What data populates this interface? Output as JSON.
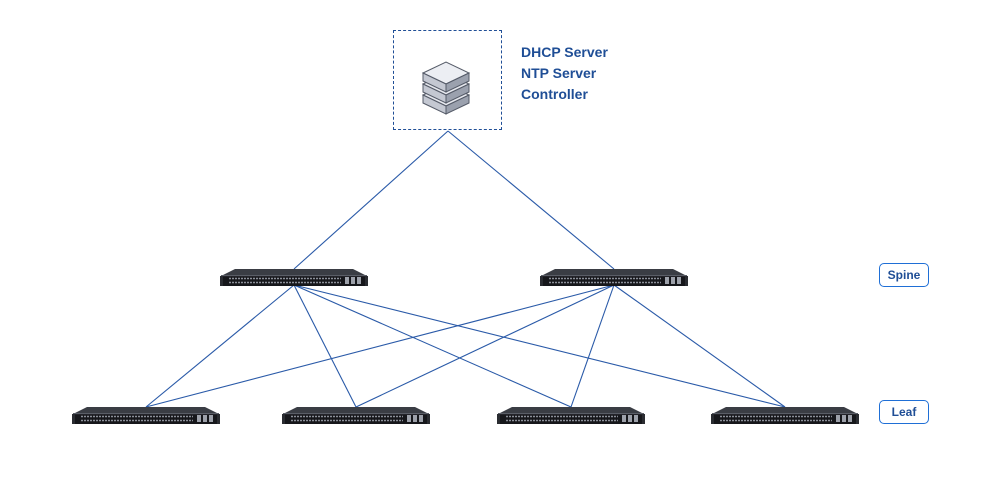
{
  "server": {
    "icon": "server-stack-icon",
    "labels": [
      "DHCP Server",
      "NTP Server",
      "Controller"
    ]
  },
  "tiers": {
    "spine": "Spine",
    "leaf": "Leaf"
  },
  "colors": {
    "link": "#2a5aa8",
    "text": "#1f4e96",
    "badge_border": "#1f6fd6"
  },
  "switches": {
    "spine": [
      "spine-switch-1",
      "spine-switch-2"
    ],
    "leaf": [
      "leaf-switch-1",
      "leaf-switch-2",
      "leaf-switch-3",
      "leaf-switch-4"
    ]
  }
}
